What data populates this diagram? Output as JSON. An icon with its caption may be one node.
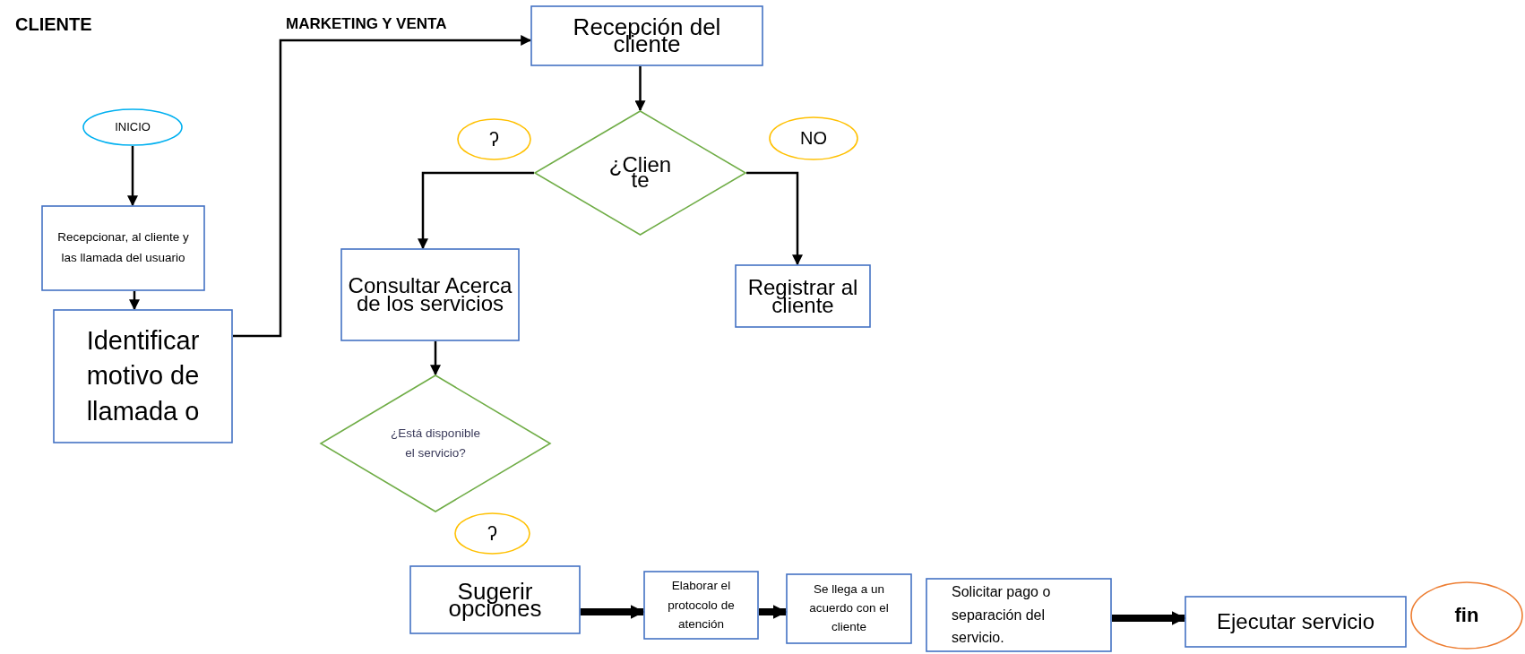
{
  "diagram": {
    "nodes": [
      {
        "text": [
          "Recepción del cliente"
        ]
      },
      {
        "text": [
          "INICIO"
        ]
      },
      {
        "text": [
          "ʔ"
        ]
      },
      {
        "text": [
          "¿Clien te"
        ]
      },
      {
        "text": [
          "NO"
        ]
      },
      {
        "text": [
          "Recepcionar, al cliente y las llamada del usuario"
        ]
      },
      {
        "text": [
          "Consultar Acerca de los servicios"
        ]
      },
      {
        "text": [
          "Registrar al cliente"
        ]
      },
      {
        "text": [
          "Identificar motivo de llamada o"
        ]
      },
      {
        "text": [
          "¿Está disponible el servicio?"
        ]
      },
      {
        "text": [
          "ʔ"
        ]
      },
      {
        "text": [
          "Sugerir opciones"
        ]
      },
      {
        "text": [
          "Elaborar el protocolo de atención"
        ]
      },
      {
        "text": [
          "Se llega a un acuerdo con el cliente"
        ]
      },
      {
        "text": [
          "Solicitar pago o separación del servicio."
        ]
      },
      {
        "text": [
          "Ejecutar servicio"
        ]
      },
      {
        "text": [
          "fin"
        ]
      }
    ],
    "edges": [
      {
        "from": 1,
        "to": 5,
        "arrow": "to"
      },
      {
        "from": 5,
        "to": 8,
        "arrow": "to"
      },
      {
        "from": 8,
        "to": 0,
        "arrow": "to"
      },
      {
        "from": 0,
        "to": 3,
        "arrow": "to"
      },
      {
        "from": 3,
        "to": 6,
        "arrow": "to"
      },
      {
        "from": 3,
        "to": 7,
        "arrow": "to"
      },
      {
        "from": 6,
        "to": 9,
        "arrow": "to"
      },
      {
        "from": 11,
        "to": 12,
        "arrow": "to",
        "style": "thick"
      },
      {
        "from": 12,
        "to": 13,
        "arrow": "to",
        "style": "thick"
      },
      {
        "from": 14,
        "to": 15,
        "arrow": "to",
        "style": "thick"
      }
    ],
    "labels": [
      "CLIENTE",
      "MARKETING Y VENTA"
    ]
  }
}
